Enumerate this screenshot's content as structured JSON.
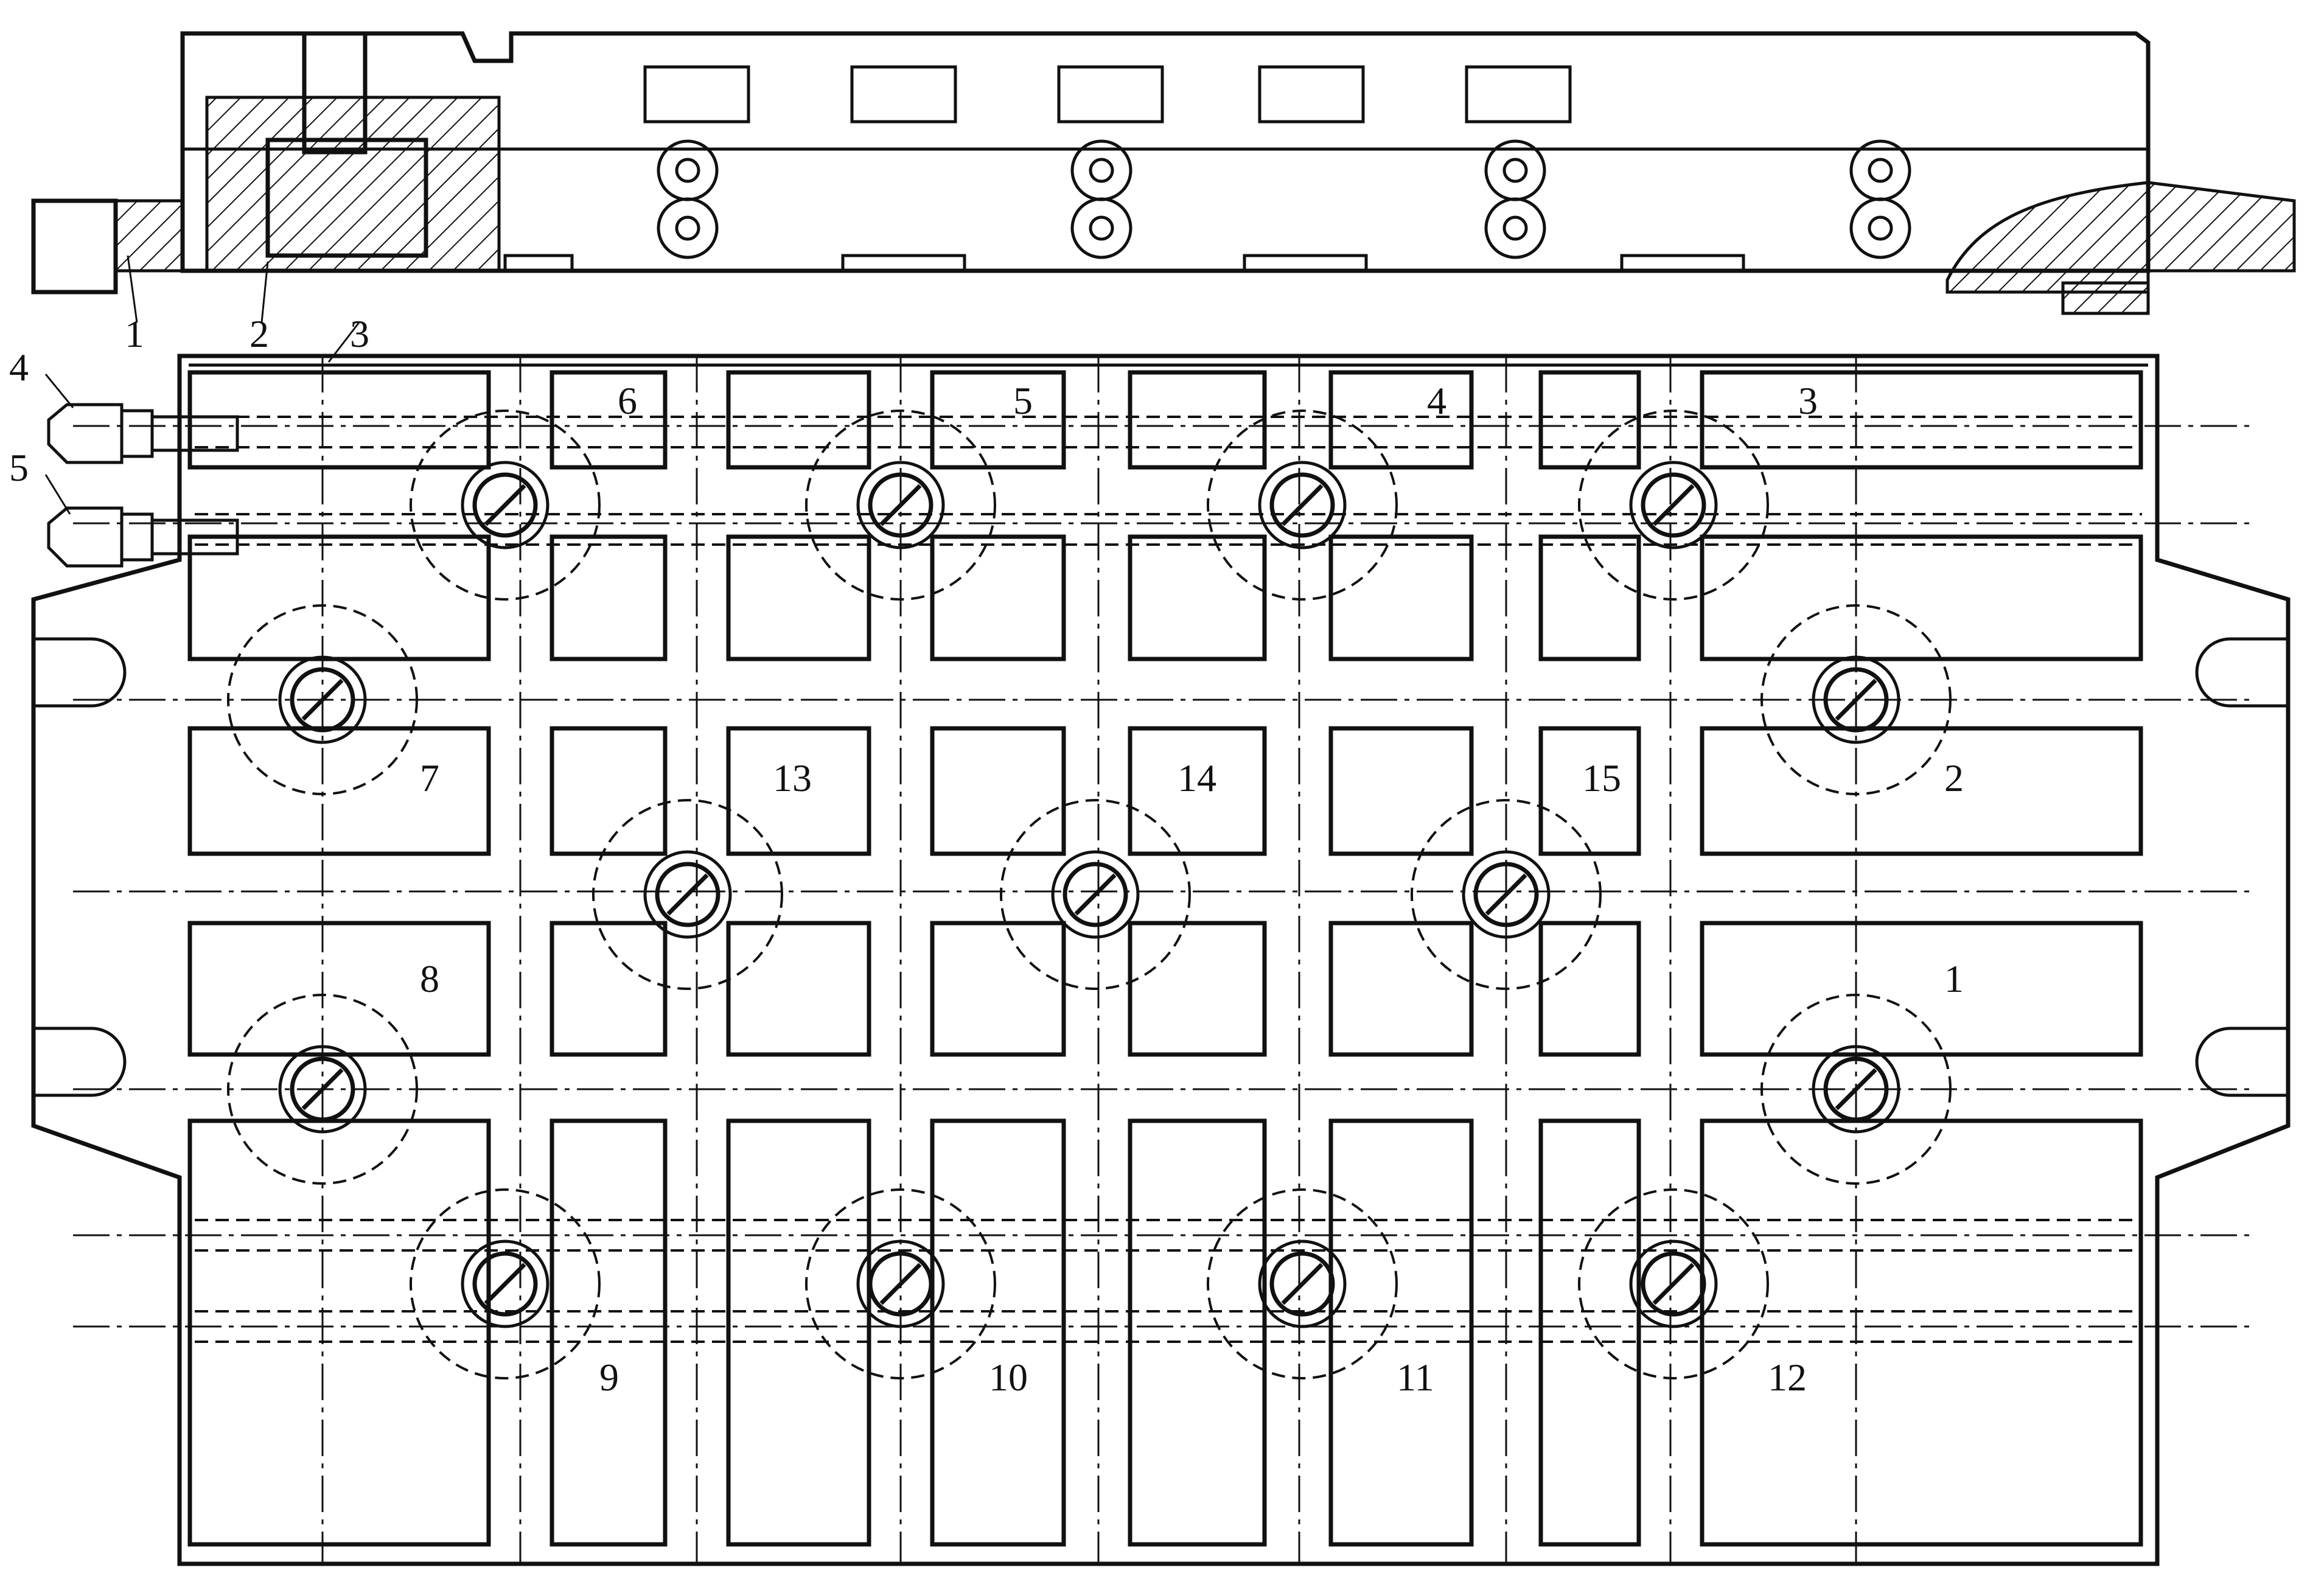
{
  "section_view": {
    "callouts": [
      "1",
      "2",
      "3"
    ]
  },
  "plan_view": {
    "fittings": [
      "4",
      "5"
    ],
    "numbers": [
      "6",
      "5",
      "4",
      "3",
      "7",
      "13",
      "14",
      "15",
      "2",
      "8",
      "1",
      "9",
      "10",
      "11",
      "12"
    ]
  },
  "colors": {
    "line": "#111111",
    "paper": "#ffffff"
  }
}
